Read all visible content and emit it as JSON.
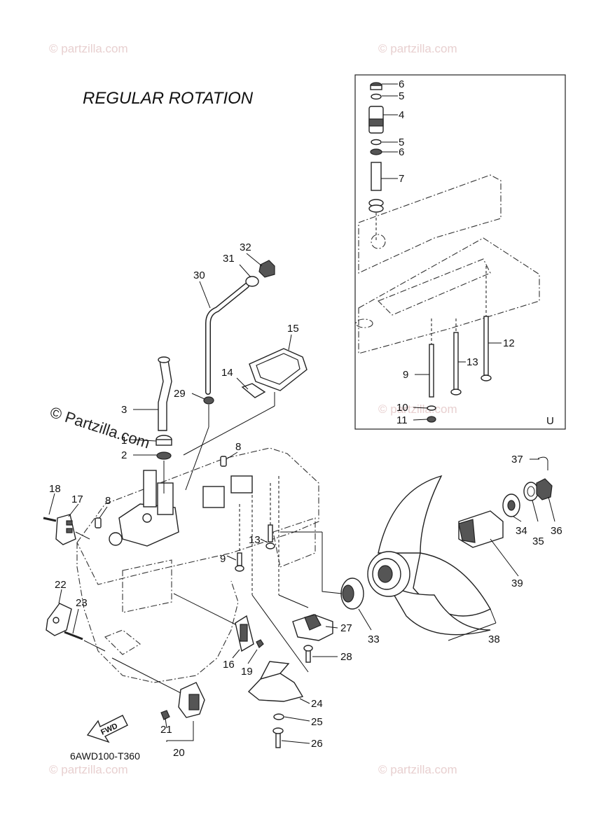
{
  "title": "REGULAR ROTATION",
  "diagram_code": "6AWD100-T360",
  "inset_mark": "U",
  "fwd_label": "FWD",
  "watermark": "© Partzilla.com",
  "watermark_faint": "© partzilla.com",
  "part_labels": {
    "p1": "1",
    "p2": "2",
    "p3": "3",
    "p4": "4",
    "p5a": "5",
    "p5b": "5",
    "p6a": "6",
    "p6b": "6",
    "p7": "7",
    "p8a": "8",
    "p8b": "8",
    "p9a": "9",
    "p9b": "9",
    "p10": "10",
    "p11": "11",
    "p12": "12",
    "p13a": "13",
    "p13b": "13",
    "p14": "14",
    "p15": "15",
    "p16": "16",
    "p17": "17",
    "p18": "18",
    "p19": "19",
    "p20": "20",
    "p21": "21",
    "p22": "22",
    "p23": "23",
    "p24": "24",
    "p25": "25",
    "p26": "26",
    "p27": "27",
    "p28": "28",
    "p29": "29",
    "p30": "30",
    "p31": "31",
    "p32": "32",
    "p33": "33",
    "p34": "34",
    "p35": "35",
    "p36": "36",
    "p37": "37",
    "p38": "38",
    "p39": "39"
  }
}
